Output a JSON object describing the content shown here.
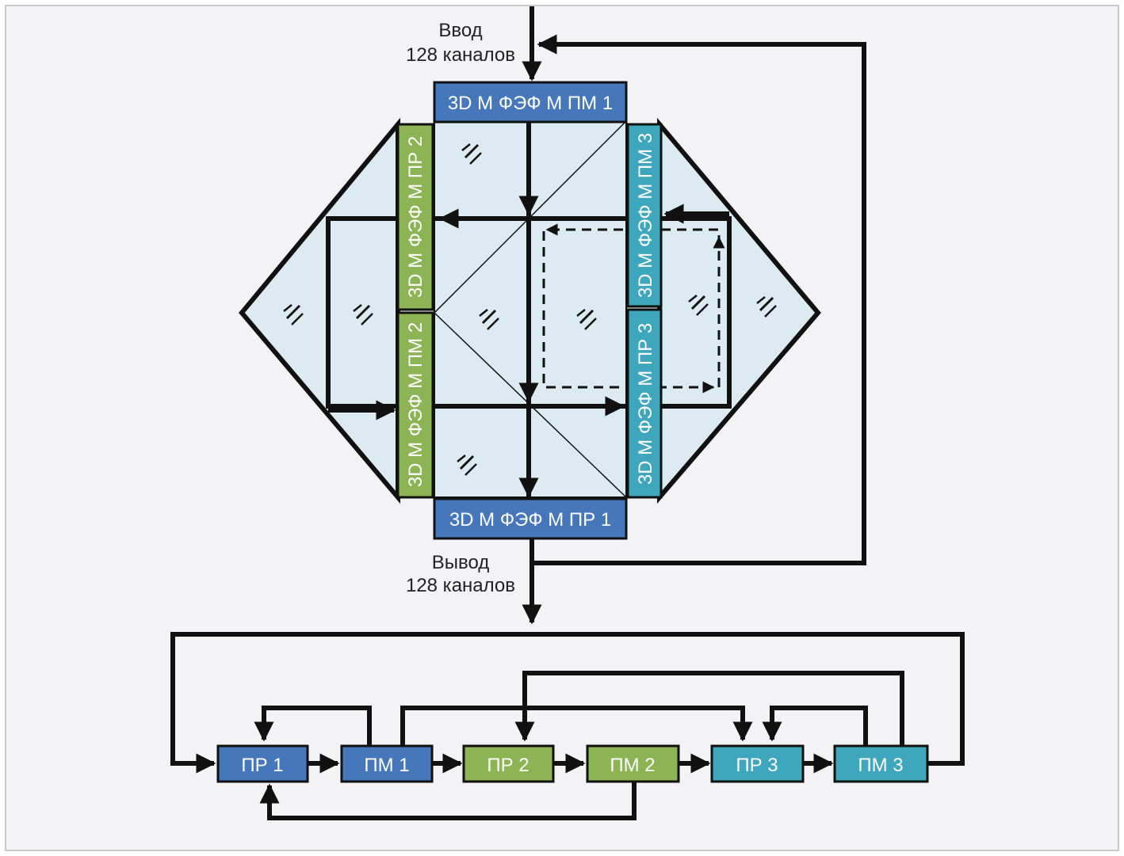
{
  "input_label": {
    "line1": "Ввод",
    "line2": "128 каналов"
  },
  "output_label": {
    "line1": "Вывод",
    "line2": "128 каналов"
  },
  "modules": {
    "top": "3D M ФЭФ M ПМ 1",
    "bottom": "3D M ФЭФ M ПР 1",
    "left_upper": "3D M ФЭФ M ПР 2",
    "left_lower": "3D M ФЭФ M ПМ 2",
    "right_upper": "3D M ФЭФ M ПМ 3",
    "right_lower": "3D M ФЭФ M ПР 3"
  },
  "flow_blocks": [
    "ПР 1",
    "ПМ 1",
    "ПР 2",
    "ПМ 2",
    "ПР 3",
    "ПМ 3"
  ],
  "colors": {
    "background": "#f3f3f5",
    "frame": "#c9c9c9",
    "glass_fill": "#dcebf1",
    "stroke": "#111111",
    "blue": "#4677ba",
    "green": "#8cb455",
    "teal": "#3ea6bd"
  },
  "icons": {
    "glass_mark": "glass-hatch-icon"
  }
}
